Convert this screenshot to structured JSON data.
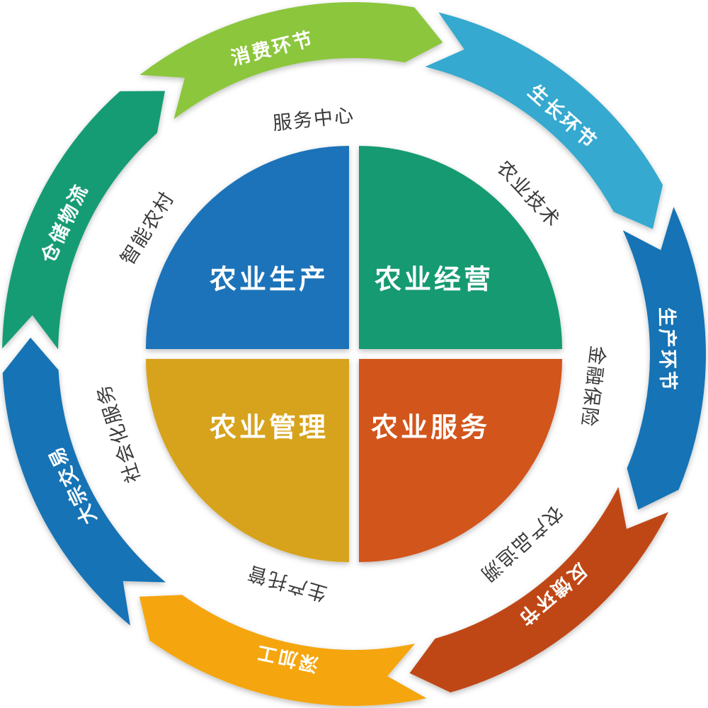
{
  "diagram": {
    "background_color": "#ffffff",
    "quadrants": [
      {
        "label": "农业生产",
        "color": "#1a73b9"
      },
      {
        "label": "农业经营",
        "color": "#129a72"
      },
      {
        "label": "农业管理",
        "color": "#d7a31d"
      },
      {
        "label": "农业服务",
        "color": "#d2551a"
      }
    ],
    "middle_labels": [
      {
        "label": "服务中心"
      },
      {
        "label": "农业技术"
      },
      {
        "label": "金融保险"
      },
      {
        "label": "农产品追溯"
      },
      {
        "label": "生产托管"
      },
      {
        "label": "社会化服务"
      },
      {
        "label": "智能农村"
      }
    ],
    "outer_ring": [
      {
        "label": "消费环节",
        "color": "#8cc63e"
      },
      {
        "label": "生长环节",
        "color": "#34a9cf"
      },
      {
        "label": "生产环节",
        "color": "#1273b5"
      },
      {
        "label": "反馈环节",
        "color": "#bf4713"
      },
      {
        "label": "深加工",
        "color": "#f5a50a"
      },
      {
        "label": "大宗交易",
        "color": "#1273b5"
      },
      {
        "label": "仓储物流",
        "color": "#149c74"
      }
    ],
    "text_colors": {
      "quadrant": "#ffffff",
      "middle": "#3a3a3a",
      "outer": "#ffffff"
    }
  }
}
